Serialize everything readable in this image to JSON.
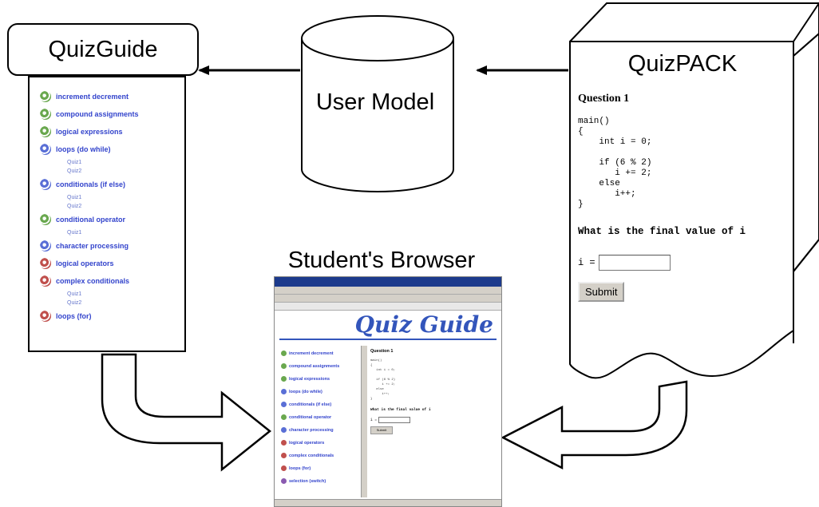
{
  "labels": {
    "quizguide": "QuizGuide",
    "user_model": "User Model",
    "quizpack": "QuizPACK",
    "students_browser": "Student's Browser"
  },
  "quizguide_panel": {
    "items": [
      {
        "label": "increment decrement",
        "icon": "target-icon",
        "subs": []
      },
      {
        "label": "compound assignments",
        "icon": "target-icon",
        "subs": []
      },
      {
        "label": "logical expressions",
        "icon": "target-icon",
        "subs": []
      },
      {
        "label": "loops (do while)",
        "icon": "target-icon",
        "subs": [
          "Quiz1",
          "Quiz2"
        ]
      },
      {
        "label": "conditionals (if else)",
        "icon": "target-icon",
        "subs": [
          "Quiz1",
          "Quiz2"
        ]
      },
      {
        "label": "conditional operator",
        "icon": "target-icon",
        "subs": [
          "Quiz1"
        ]
      },
      {
        "label": "character processing",
        "icon": "target-icon",
        "subs": []
      },
      {
        "label": "logical operators",
        "icon": "target-icon",
        "subs": []
      },
      {
        "label": "complex conditionals",
        "icon": "target-icon",
        "subs": [
          "Quiz1",
          "Quiz2"
        ]
      },
      {
        "label": "loops (for)",
        "icon": "target-icon",
        "subs": []
      }
    ]
  },
  "quizpack_panel": {
    "question_title": "Question 1",
    "code": "main()\n{\n    int i = 0;\n\n    if (6 % 2)\n       i += 2;\n    else\n       i++;\n}",
    "prompt": "What is the final value of i",
    "answer_label": "i =",
    "submit_label": "Submit"
  },
  "browser": {
    "logo_text": "Quiz Guide",
    "items": [
      "increment decrement",
      "compound assignments",
      "logical expressions",
      "loops (do while)",
      "conditionals (if else)",
      "conditional operator",
      "character processing",
      "logical operators",
      "complex conditionals",
      "loops (for)",
      "selection (switch)"
    ],
    "question_title": "Question 1",
    "code": "main()\n{\n   int i = 0;\n\n   if (6 % 2)\n      i += 2;\n   else\n      i++;\n}",
    "prompt": "What is the final value of i",
    "answer_label": "i =",
    "submit_label": "Submit"
  },
  "colors": {
    "link_blue": "#3344cc",
    "icon_blue": "#5a6fd6",
    "icon_purple": "#8a5ab0",
    "icon_green": "#6aa84f",
    "icon_red": "#c0504d",
    "logo_blue": "#3355bb"
  }
}
